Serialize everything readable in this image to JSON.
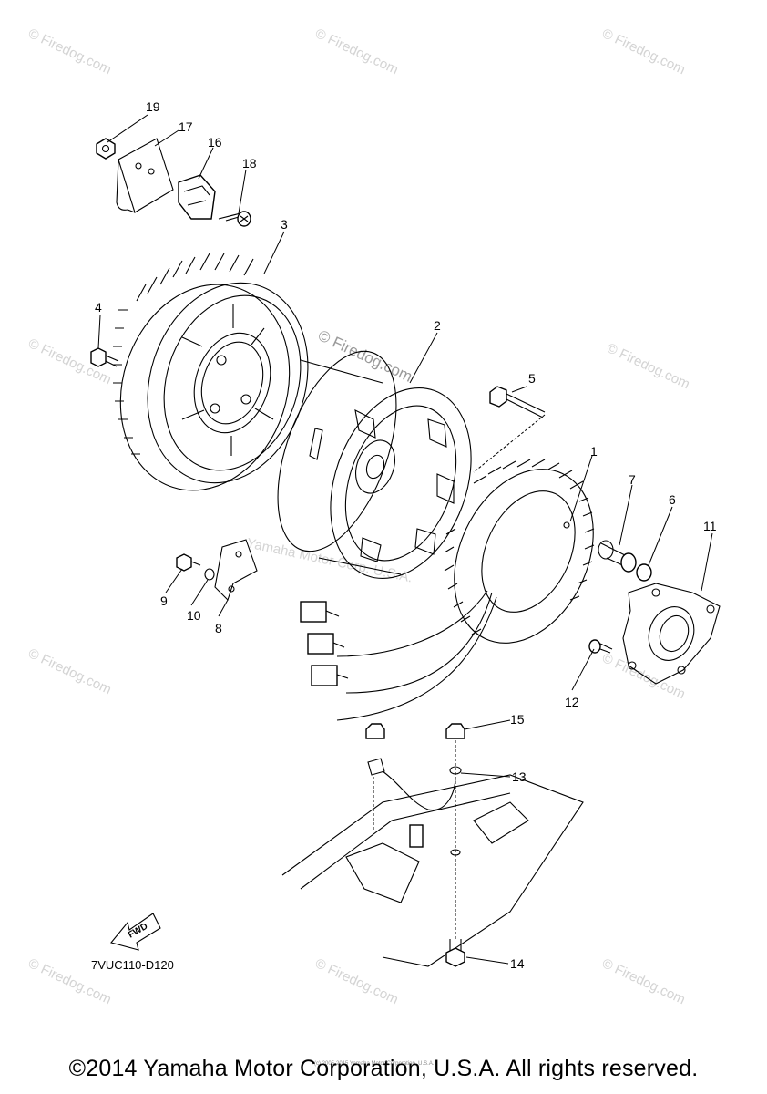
{
  "diagram_code": "7VUC110-D120",
  "copyright": "©2014 Yamaha Motor Corporation, U.S.A. All rights reserved.",
  "small_credit": "(c) 2005-2015 Yamaha Motor Corporation, U.S.A.",
  "fwd_label": "FWD",
  "watermark_text": "© Firedog.com",
  "watermark_mid": "Yamaha Motor Corp. U.S.A.",
  "callouts": [
    "1",
    "2",
    "3",
    "4",
    "5",
    "6",
    "7",
    "8",
    "9",
    "10",
    "11",
    "12",
    "13",
    "14",
    "15",
    "16",
    "17",
    "18",
    "19"
  ]
}
